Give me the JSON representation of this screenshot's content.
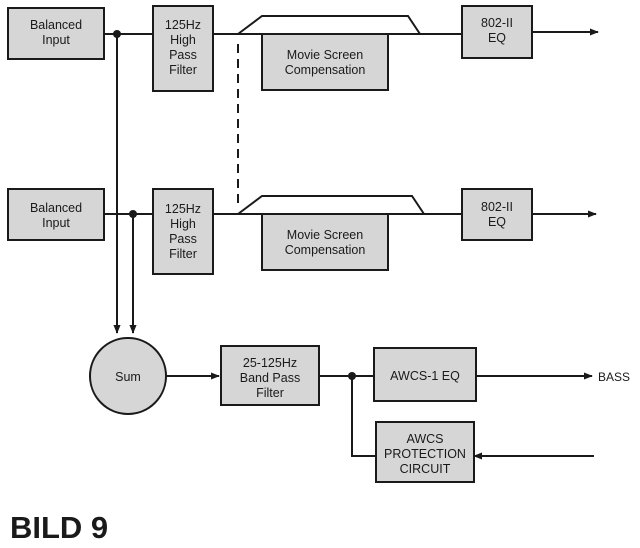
{
  "diagram": {
    "blocks": {
      "balanced_input_1": [
        "Balanced",
        "Input"
      ],
      "hpf_1": [
        "125Hz",
        "High",
        "Pass",
        "Filter"
      ],
      "msc_1": [
        "Movie Screen",
        "Compensation"
      ],
      "eq_1": [
        "802-II",
        "EQ"
      ],
      "balanced_input_2": [
        "Balanced",
        "Input"
      ],
      "hpf_2": [
        "125Hz",
        "High",
        "Pass",
        "Filter"
      ],
      "msc_2": [
        "Movie Screen",
        "Compensation"
      ],
      "eq_2": [
        "802-II",
        "EQ"
      ],
      "sum": [
        "Sum"
      ],
      "bpf": [
        "25-125Hz",
        "Band Pass",
        "Filter"
      ],
      "awcs_eq": [
        "AWCS-1 EQ"
      ],
      "awcs_protect": [
        "AWCS",
        "PROTECTION",
        "CIRCUIT"
      ]
    },
    "output_label": "BASS",
    "figure_label": "BILD 9",
    "colors": {
      "block_fill": "#d6d6d6",
      "line": "#1a1a1a"
    }
  }
}
